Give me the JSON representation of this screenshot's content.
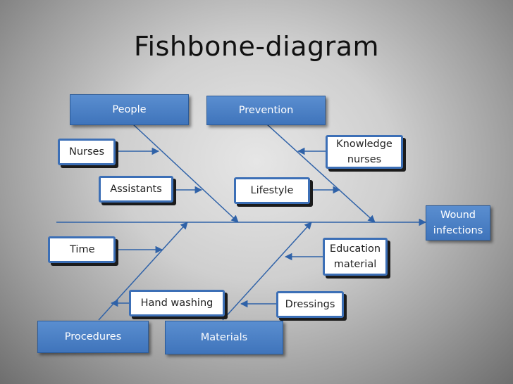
{
  "title": "Fishbone-diagram",
  "effect": {
    "label": "Wound infections"
  },
  "categories": {
    "people": "People",
    "prevention": "Prevention",
    "procedures": "Procedures",
    "materials": "Materials"
  },
  "causes": {
    "nurses": "Nurses",
    "assistants": "Assistants",
    "knowledge_nurses": "Knowledge nurses",
    "lifestyle": "Lifestyle",
    "time": "Time",
    "education_material": "Education material",
    "hand_washing": "Hand washing",
    "dressings": "Dressings"
  },
  "colors": {
    "category_fill": "#4a80c4",
    "cause_border": "#3c6fb6",
    "bone_line": "#2f62a8"
  }
}
